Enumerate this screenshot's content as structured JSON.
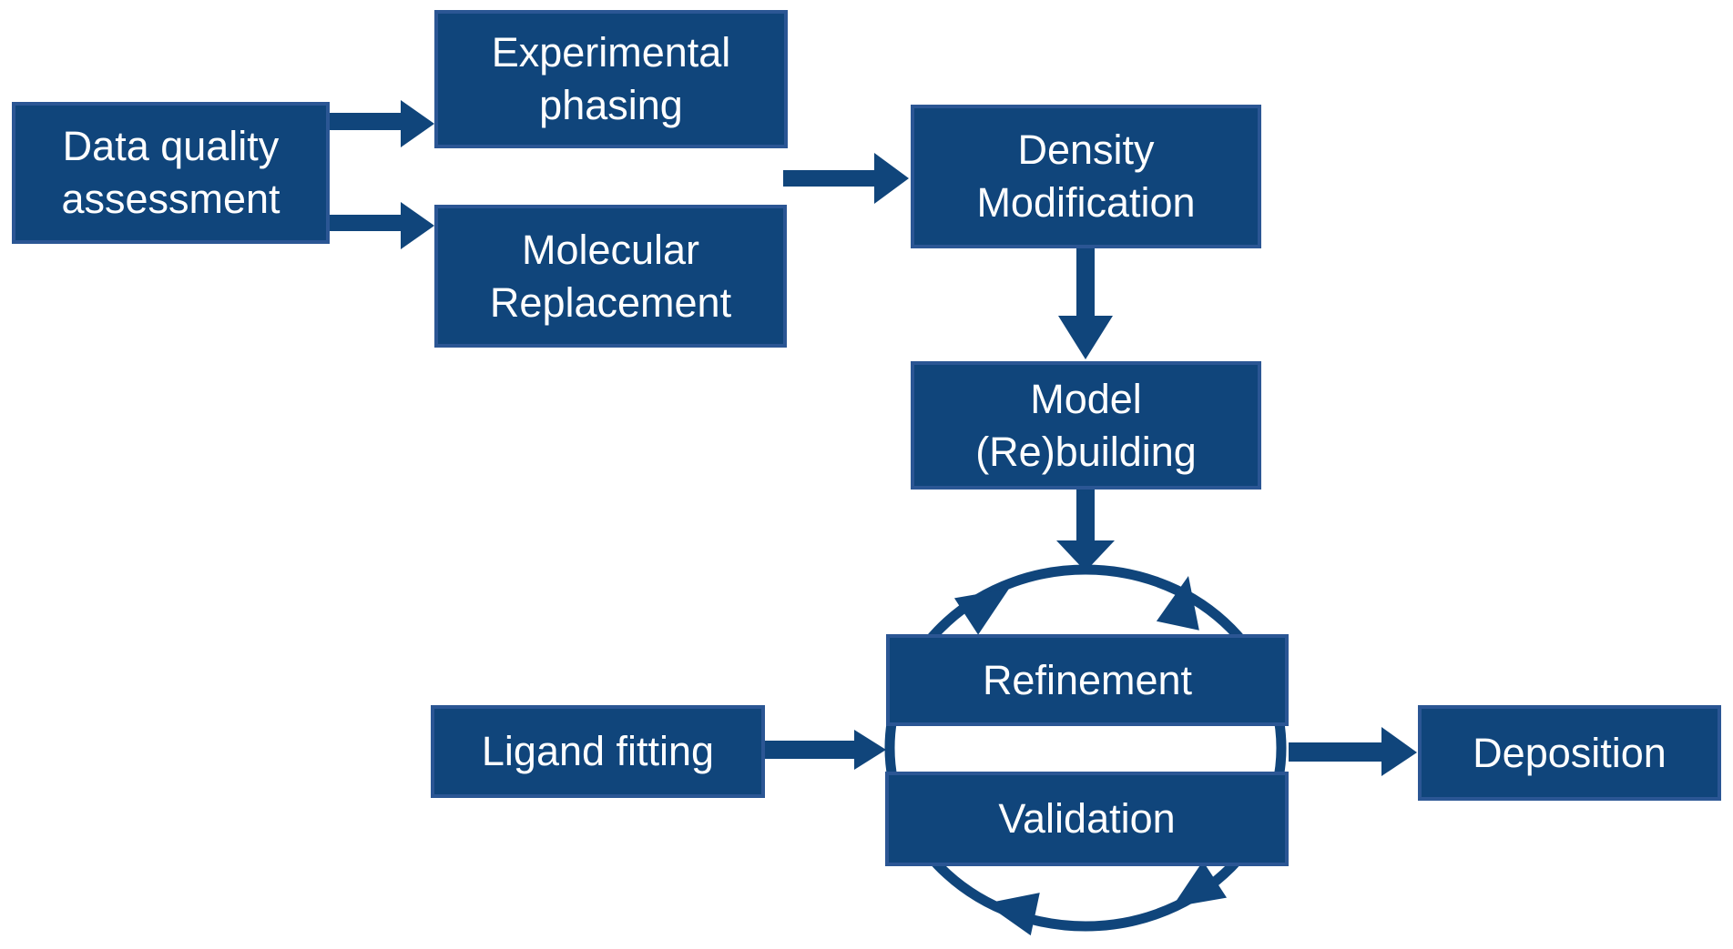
{
  "colors": {
    "primary": "#10457B",
    "box_border": "#2B5694",
    "text_color": "#FFFFFF",
    "background": "#FFFFFF"
  },
  "boxes": {
    "data_quality": {
      "label": "Data quality\nassessment"
    },
    "experimental_phasing": {
      "label": "Experimental\nphasing"
    },
    "molecular_replacement": {
      "label": "Molecular\nReplacement"
    },
    "density_modification": {
      "label": "Density\nModification"
    },
    "model_rebuilding": {
      "label": "Model\n(Re)building"
    },
    "refinement": {
      "label": "Refinement"
    },
    "validation": {
      "label": "Validation"
    },
    "ligand_fitting": {
      "label": "Ligand fitting"
    },
    "deposition": {
      "label": "Deposition"
    }
  },
  "connections": [
    {
      "from": "Data quality assessment",
      "to": "Experimental phasing"
    },
    {
      "from": "Data quality assessment",
      "to": "Molecular Replacement"
    },
    {
      "from": "Experimental phasing / Molecular Replacement",
      "to": "Density Modification"
    },
    {
      "from": "Density Modification",
      "to": "Model (Re)building"
    },
    {
      "from": "Model (Re)building",
      "to": "Refinement-Validation cycle"
    },
    {
      "from": "Ligand fitting",
      "to": "Refinement-Validation cycle"
    },
    {
      "from": "Refinement-Validation cycle",
      "to": "Deposition"
    }
  ],
  "cycle": {
    "members": [
      "Refinement",
      "Validation"
    ],
    "style": "circular arrows, clockwise"
  }
}
